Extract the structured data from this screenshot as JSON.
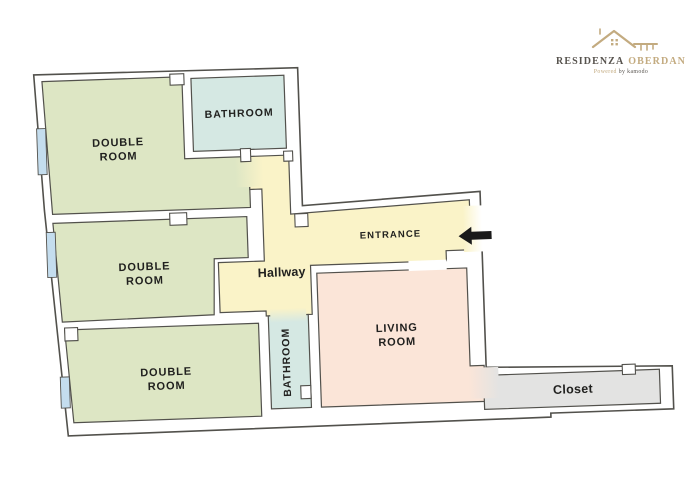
{
  "logo": {
    "brand_primary": "RESIDENZA",
    "brand_accent": "OBERDAN",
    "tagline_lead": "Powered",
    "tagline_rest": " by kamodo"
  },
  "labels": {
    "double_room_line1": "DOUBLE",
    "double_room_line2": "ROOM",
    "bathroom": "BATHROOM",
    "hallway": "Hallway",
    "entrance": "ENTRANCE",
    "living_line1": "LIVING",
    "living_line2": "ROOM",
    "closet": "Closet"
  },
  "palette": {
    "double_room_green": "#dde6c4",
    "bathroom_blue": "#d5e8e3",
    "hallway_yellow": "#faf3c8",
    "living_pink": "#fbe5d8",
    "closet_gray": "#e3e3e2",
    "window_blue": "#c4ddee",
    "wall_line": "#52514c",
    "wall_white": "#ffffff",
    "arrow_black": "#1a1a1a",
    "label_text": "#21211f",
    "logo_gold": "#c3ab80",
    "logo_dark": "#57534e",
    "page_bg": "#ffffff"
  }
}
